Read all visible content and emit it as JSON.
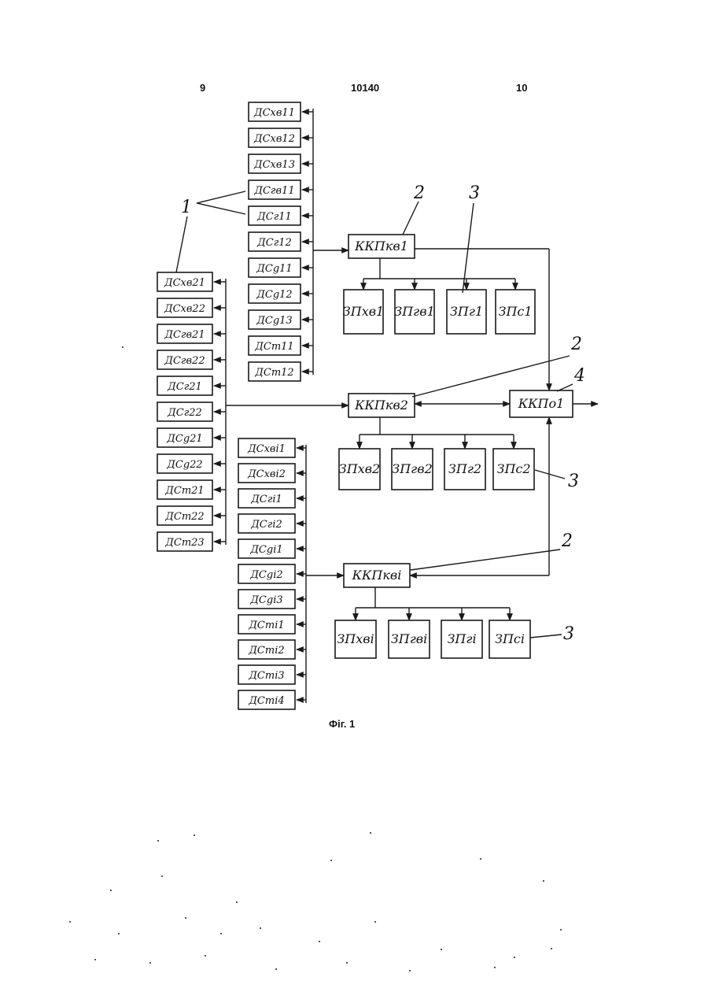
{
  "header": {
    "page_left": "9",
    "patent_no": "10140",
    "page_right": "10"
  },
  "caption": "Фіг. 1",
  "reference_numerals": {
    "sensors": "1",
    "controller": "2",
    "actuator": "3",
    "central": "4"
  },
  "groups": [
    {
      "id": "group1",
      "sensors": [
        "ДСхв11",
        "ДСхв12",
        "ДСхв13",
        "ДСгв11",
        "ДСг11",
        "ДСг12",
        "ДСg11",
        "ДСg12",
        "ДСg13",
        "ДСт11",
        "ДСт12"
      ],
      "controller": "ККПкв1",
      "actuators": [
        "ЗПхв1",
        "ЗПгв1",
        "ЗПг1",
        "ЗПс1"
      ]
    },
    {
      "id": "group2",
      "sensors": [
        "ДСхв21",
        "ДСхв22",
        "ДСгв21",
        "ДСгв22",
        "ДСг21",
        "ДСг22",
        "ДСg21",
        "ДСg22",
        "ДСт21",
        "ДСт22",
        "ДСт23"
      ],
      "controller": "ККПкв2",
      "actuators": [
        "ЗПхв2",
        "ЗПгв2",
        "ЗПг2",
        "ЗПс2"
      ]
    },
    {
      "id": "groupi",
      "sensors": [
        "ДСхвi1",
        "ДСхвi2",
        "ДСгi1",
        "ДСгi2",
        "ДСgi1",
        "ДСgi2",
        "ДСgi3",
        "ДСтi1",
        "ДСтi2",
        "ДСтi3",
        "ДСтi4"
      ],
      "controller": "ККПквi",
      "actuators": [
        "ЗПхвi",
        "ЗПгвi",
        "ЗПгi",
        "ЗПсi"
      ]
    }
  ],
  "central_controller": "ККПо1"
}
